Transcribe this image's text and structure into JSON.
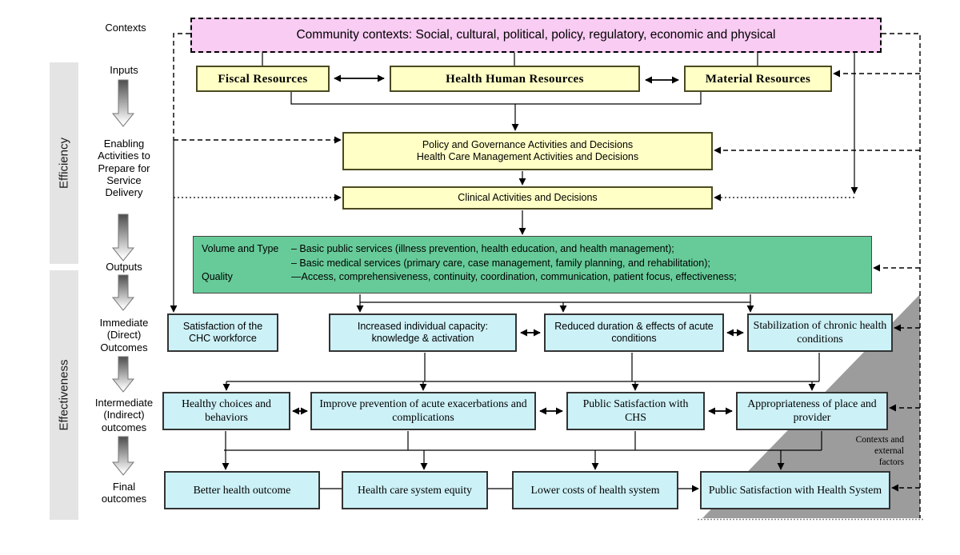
{
  "side": {
    "contexts_label": "Contexts",
    "efficiency": "Efficiency",
    "effectiveness": "Effectiveness",
    "stages": {
      "inputs": "Inputs",
      "enabling": "Enabling\nActivities to\nPrepare for\nService\nDelivery",
      "outputs": "Outputs",
      "immediate": "Immediate\n(Direct)\nOutcomes",
      "intermediate": "Intermediate\n(Indirect)\noutcomes",
      "final": "Final\noutcomes"
    }
  },
  "banner": {
    "text": "Community contexts: Social, cultural, political, policy, regulatory, economic and physical"
  },
  "inputs_row": {
    "fiscal": "Fiscal Resources",
    "human": "Health Human Resources",
    "material": "Material Resources"
  },
  "activities": {
    "policy_line1": "Policy and Governance Activities and Decisions",
    "policy_line2": "Health Care Management Activities and Decisions",
    "clinical": "Clinical Activities and Decisions"
  },
  "outputs_box": {
    "rows": [
      {
        "label": "Volume and Type",
        "text": "– Basic public services (illness prevention, health education, and health management);"
      },
      {
        "label": "",
        "text": "– Basic medical services (primary care, case management, family planning, and rehabilitation);"
      },
      {
        "label": "Quality",
        "text": "—Access, comprehensiveness, continuity, coordination, communication, patient focus, effectiveness;"
      }
    ]
  },
  "immediate_outcomes": [
    "Satisfaction of the CHC workforce",
    "Increased individual capacity: knowledge & activation",
    "Reduced duration & effects of acute conditions",
    "Stabilization of chronic health conditions"
  ],
  "intermediate_outcomes": [
    "Healthy choices and behaviors",
    "Improve prevention of acute exacerbations and complications",
    "Public Satisfaction with CHS",
    "Appropriateness of place and provider"
  ],
  "final_outcomes": [
    "Better health outcome",
    "Health care system equity",
    "Lower costs of health system",
    "Public Satisfaction with Health System"
  ],
  "triangle_label": "Contexts and\nexternal\nfactors",
  "colors": {
    "banner_pink": "#f9ccf3",
    "box_yellow": "#ffffc6",
    "box_green": "#67cb99",
    "box_cyan": "#ccf1f7",
    "triangle_gray": "#9c9c9c",
    "side_bar_gray": "#e4e4e4"
  }
}
